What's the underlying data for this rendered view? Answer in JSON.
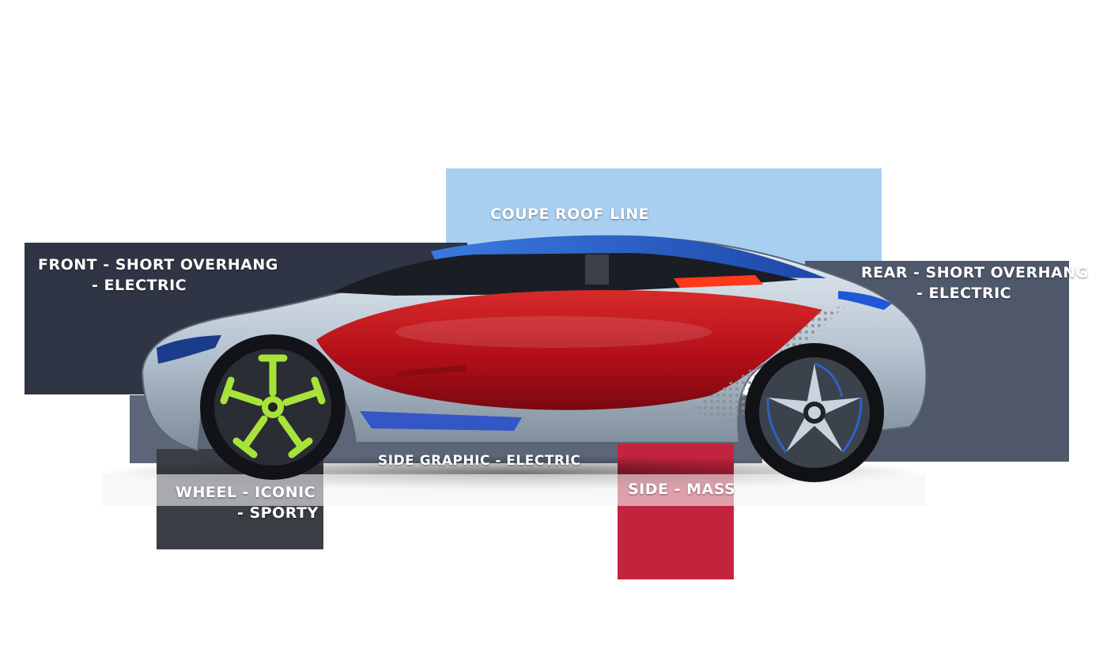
{
  "colors": {
    "background": "#ffffff",
    "panel_dark": "#2f3544",
    "panel_roof": "#a9cff0",
    "panel_rear": "#4a5266",
    "panel_wheel": "#3a3d44",
    "panel_side_mass": "#c3243d",
    "body_silver": "#c7d2dd",
    "body_red": "#c1121c",
    "roof_blue": "#2a63c9",
    "wheel_green": "#a8e33a",
    "accent_orange": "#ff3a1a"
  },
  "callouts": {
    "coupe_roof": "COUPE ROOF LINE",
    "front_line1": "FRONT - SHORT OVERHANG",
    "front_line2": "- ELECTRIC",
    "rear_line1": "REAR - SHORT OVERHANG",
    "rear_line2": "- ELECTRIC",
    "side_graphic": "SIDE GRAPHIC - ELECTRIC",
    "wheel_line1": "WHEEL - ICONIC",
    "wheel_line2": "- SPORTY",
    "side_mass": "SIDE - MASS"
  }
}
